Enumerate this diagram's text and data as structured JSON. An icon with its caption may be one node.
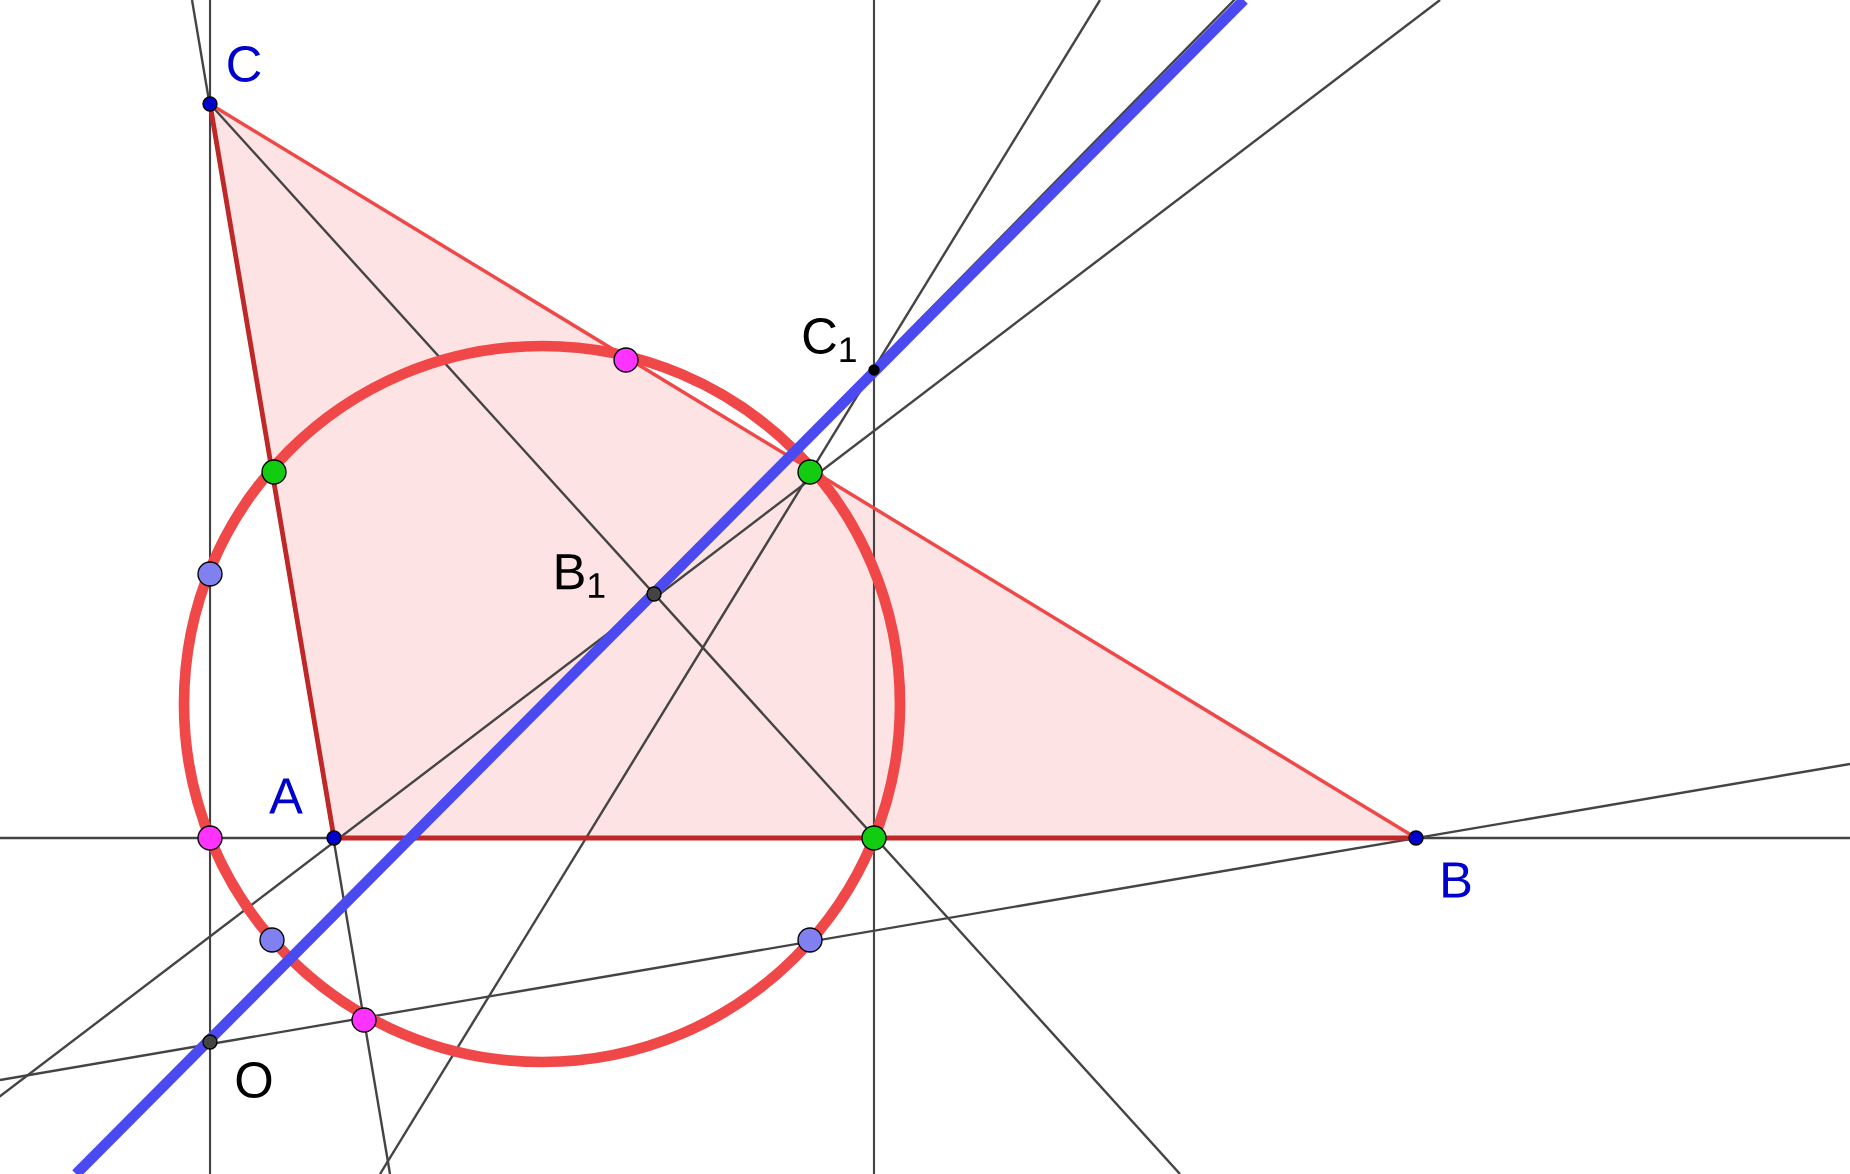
{
  "diagram": {
    "labels": [
      "C",
      "C$_{1}$",
      "B$_{1}$",
      "A",
      "B",
      "O"
    ]
  }
}
